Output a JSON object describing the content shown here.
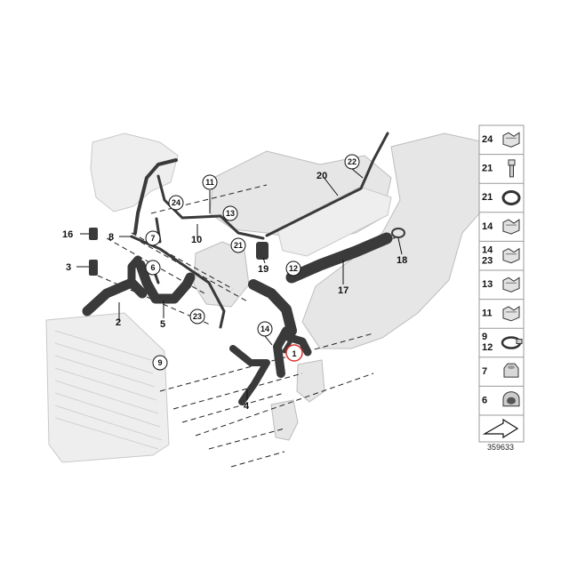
{
  "diagram": {
    "reference_number": "359633",
    "callouts": [
      {
        "label": "16",
        "circled": false
      },
      {
        "label": "8",
        "circled": false
      },
      {
        "label": "3",
        "circled": false
      },
      {
        "label": "2",
        "circled": false
      },
      {
        "label": "5",
        "circled": false
      },
      {
        "label": "6",
        "circled": true
      },
      {
        "label": "7",
        "circled": true
      },
      {
        "label": "24",
        "circled": true
      },
      {
        "label": "11",
        "circled": true
      },
      {
        "label": "10",
        "circled": false
      },
      {
        "label": "13",
        "circled": true
      },
      {
        "label": "21",
        "circled": true
      },
      {
        "label": "19",
        "circled": false
      },
      {
        "label": "20",
        "circled": false
      },
      {
        "label": "22",
        "circled": true
      },
      {
        "label": "23",
        "circled": true
      },
      {
        "label": "12",
        "circled": true
      },
      {
        "label": "17",
        "circled": false
      },
      {
        "label": "18",
        "circled": false
      },
      {
        "label": "9",
        "circled": true
      },
      {
        "label": "4",
        "circled": false
      },
      {
        "label": "14",
        "circled": true
      },
      {
        "label": "1",
        "circled": true,
        "highlight_color": "#d9302c"
      }
    ],
    "legend": [
      {
        "label": "24"
      },
      {
        "label": "21"
      },
      {
        "label": "21"
      },
      {
        "label": "14"
      },
      {
        "label": "14\n23"
      },
      {
        "label": "13"
      },
      {
        "label": "11"
      },
      {
        "label": "9\n12"
      },
      {
        "label": "7"
      },
      {
        "label": "6"
      }
    ],
    "colors": {
      "hose": "#3a3a3a",
      "ghost_parts": "#e6e6e6",
      "highlight": "#d9302c"
    }
  }
}
